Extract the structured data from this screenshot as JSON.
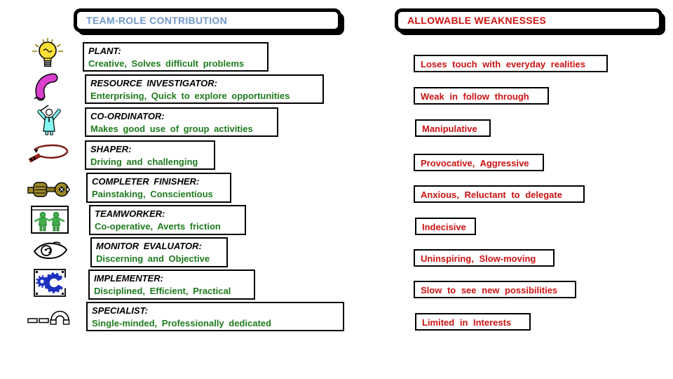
{
  "headers": {
    "left": "TEAM-ROLE CONTRIBUTION",
    "right": "ALLOWABLE WEAKNESSES"
  },
  "colors": {
    "header_left_text": "#7097C8",
    "header_right_text": "#CC1111",
    "role_title_text": "#000000",
    "role_description_text": "#1E7B1E",
    "weakness_text": "#CC1111",
    "box_border": "#000000",
    "background": "#FFFFFF"
  },
  "rows": [
    {
      "icon": "lightbulb-icon",
      "title": "PLANT:",
      "desc": "Creative, Solves difficult problems",
      "weakness": "Loses touch with everyday realities"
    },
    {
      "icon": "telephone-icon",
      "title": "RESOURCE INVESTIGATOR:",
      "desc": "Enterprising, Quick to explore opportunities",
      "weakness": "Weak in follow through"
    },
    {
      "icon": "conductor-icon",
      "title": "CO-ORDINATOR:",
      "desc": "Makes good use of group activities",
      "weakness": "Manipulative"
    },
    {
      "icon": "whip-icon",
      "title": "SHAPER:",
      "desc": "Driving and challenging",
      "weakness": "Provocative, Aggressive"
    },
    {
      "icon": "hand-wrench-icon",
      "title": "COMPLETER FINISHER:",
      "desc": "Painstaking, Conscientious",
      "weakness": "Anxious, Reluctant to delegate"
    },
    {
      "icon": "people-together-icon",
      "title": "TEAMWORKER:",
      "desc": "Co-operative, Averts friction",
      "weakness": "Indecisive"
    },
    {
      "icon": "eye-icon",
      "title": "MONITOR EVALUATOR:",
      "desc": "Discerning and Objective",
      "weakness": "Uninspiring, Slow-moving"
    },
    {
      "icon": "gears-icon",
      "title": "IMPLEMENTER:",
      "desc": "Disciplined, Efficient, Practical",
      "weakness": "Slow to see new possibilities"
    },
    {
      "icon": "magnet-icon",
      "title": "SPECIALIST:",
      "desc": "Single-minded, Professionally dedicated",
      "weakness": "Limited in Interests"
    }
  ]
}
